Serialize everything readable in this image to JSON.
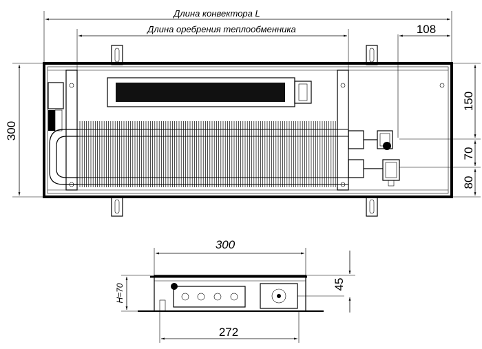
{
  "top_view": {
    "label_length_L": "Длина конвектора L",
    "label_fin_length": "Длина оребрения теплообменника",
    "dim_108": "108",
    "dim_300": "300",
    "dim_150": "150",
    "dim_70": "70",
    "dim_80": "80"
  },
  "side_view": {
    "dim_300": "300",
    "dim_272": "272",
    "dim_45": "45",
    "dim_height": "H=70"
  }
}
